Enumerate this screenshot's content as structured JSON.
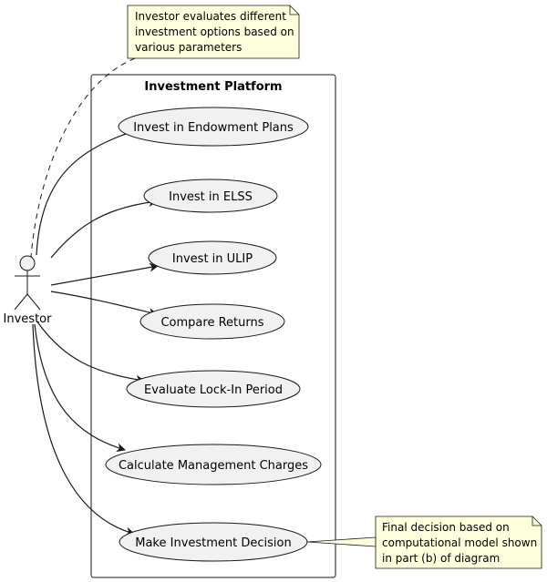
{
  "system": {
    "title": "Investment Platform"
  },
  "actor": {
    "label": "Investor"
  },
  "use_cases": [
    "Invest in Endowment Plans",
    "Invest in ELSS",
    "Invest in ULIP",
    "Compare Returns",
    "Evaluate Lock-In Period",
    "Calculate Management Charges",
    "Make Investment Decision"
  ],
  "notes": {
    "top": {
      "lines": [
        "Investor evaluates different",
        "investment options based on",
        "various parameters"
      ]
    },
    "bottom": {
      "lines": [
        "Final decision based on",
        "computational model shown",
        "in part (b) of diagram"
      ]
    }
  },
  "colors": {
    "use_case_fill": "#F1F1F1",
    "note_fill": "#FEFFDD",
    "stroke": "#181818"
  }
}
